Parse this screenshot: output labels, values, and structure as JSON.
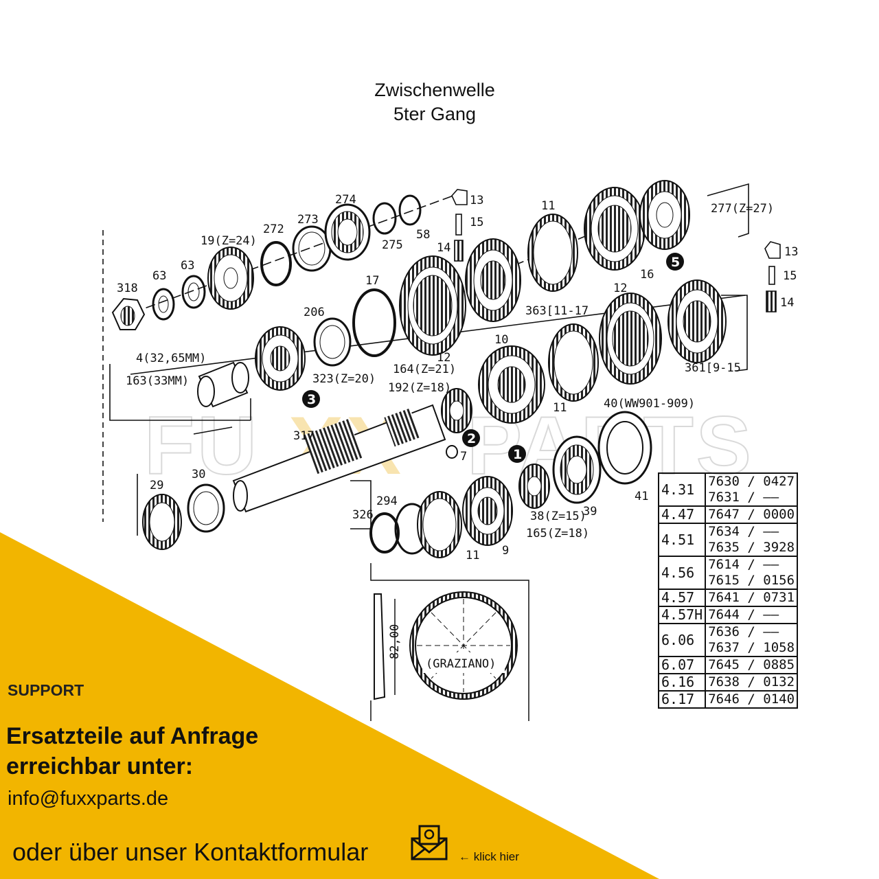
{
  "header": {
    "title_line1": "Zwischenwelle",
    "title_line2": "5ter Gang"
  },
  "diagram": {
    "labels": {
      "p318": "318",
      "p63a": "63",
      "p63b": "63",
      "p19": "19(Z=24)",
      "p272": "272",
      "p273": "273",
      "p274": "274",
      "p275": "275",
      "p58": "58",
      "p13a": "13",
      "p15a": "15",
      "p14a": "14",
      "p11a": "11",
      "p16": "16",
      "p277": "277(Z=27)",
      "p13b": "13",
      "p15b": "15",
      "p14b": "14",
      "p17": "17",
      "p206": "206",
      "p12a": "12",
      "p363": "363⌘11-17",
      "p12b": "12",
      "p10": "10",
      "p361": "361⌘9-15",
      "p4": "4(32,65MM)",
      "p163": "163(33MM)",
      "p323": "323(Z=20)",
      "p164": "164(Z=21)",
      "p192": "192(Z=18)",
      "p11b": "11",
      "p40": "40(WW901-909)",
      "p317": "317",
      "p7": "7",
      "p29": "29",
      "p30": "30",
      "p294": "294",
      "p326": "326",
      "p38": "38(Z=15)",
      "p165": "165(Z=18)",
      "p39": "39",
      "p41": "41",
      "p9": "9",
      "p11c": "11",
      "dim": "82,00",
      "graziano": "(GRAZIANO)"
    },
    "badges": [
      "1",
      "2",
      "3",
      "5"
    ],
    "watermark": {
      "text": "FUXXPARTS",
      "color": "#f0b400"
    }
  },
  "parts_table": [
    {
      "ref": "4.31",
      "nums": [
        "7630 / 0427",
        "7631 / ——"
      ]
    },
    {
      "ref": "4.47",
      "nums": [
        "7647 / 0000"
      ]
    },
    {
      "ref": "4.51",
      "nums": [
        "7634 / ——",
        "7635 / 3928"
      ]
    },
    {
      "ref": "4.56",
      "nums": [
        "7614 / ——",
        "7615 / 0156"
      ]
    },
    {
      "ref": "4.57",
      "nums": [
        "7641 / 0731"
      ]
    },
    {
      "ref": "4.57H",
      "nums": [
        "7644 / ——"
      ]
    },
    {
      "ref": "6.06",
      "nums": [
        "7636 / ——",
        "7637 / 1058"
      ]
    },
    {
      "ref": "6.07",
      "nums": [
        "7645 / 0885"
      ]
    },
    {
      "ref": "6.16",
      "nums": [
        "7638 / 0132"
      ]
    },
    {
      "ref": "6.17",
      "nums": [
        "7646 / 0140"
      ]
    }
  ],
  "support": {
    "heading": "SUPPORT",
    "line1": "Ersatzteile auf Anfrage",
    "line2": "erreichbar unter:",
    "email": "info@fuxxparts.de",
    "contact": "oder über unser Kontaktformular",
    "click_hint": "klick hier",
    "click_arrow": "🡸",
    "mail_icon": "mail-at-icon"
  },
  "colors": {
    "accent": "#f0b400",
    "ink": "#111111"
  }
}
